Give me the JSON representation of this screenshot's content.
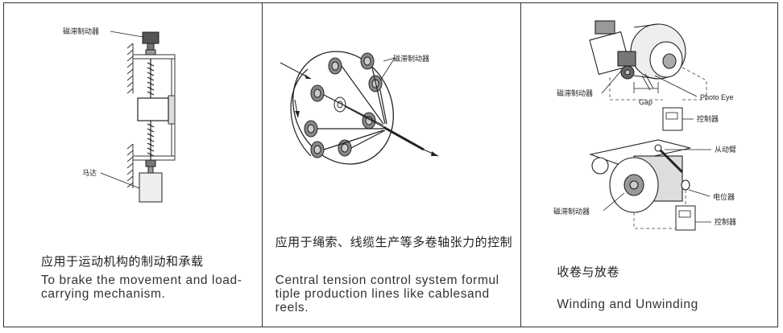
{
  "panels": [
    {
      "labels": {
        "brake": "磁滞制动器",
        "motor": "马达"
      },
      "title_zh": "应用于运动机构的制动和承载",
      "desc_en": "To brake the movement and load-carrying mechanism."
    },
    {
      "labels": {
        "brake": "磁滞制动器"
      },
      "title_zh": "应用于绳索、线缆生产等多卷轴张力的控制",
      "desc_en": "Central tension control system formul tiple production lines like cablesand reels."
    },
    {
      "labels": {
        "brake_top": "磁滞制动器",
        "photo_eye": "Photo Eye",
        "gap": "Gap",
        "controller_top": "控制器",
        "follower_arm": "从动臂",
        "potentiometer": "电位器",
        "brake_bottom": "磁滞制动器",
        "controller_bottom": "控制器"
      },
      "title_zh": "收卷与放卷",
      "desc_en": "Winding and Unwinding"
    }
  ]
}
